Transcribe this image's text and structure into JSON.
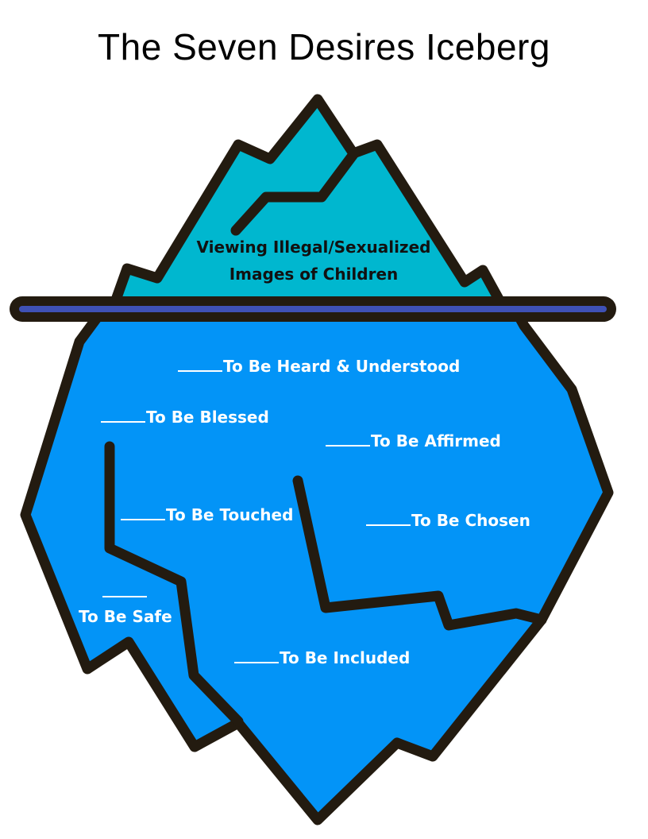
{
  "title": "The Seven Desires Iceberg",
  "tip": {
    "line1": "Viewing Illegal/Sexualized",
    "line2": "Images of Children"
  },
  "desires": [
    "To Be Heard & Understood",
    "To Be Blessed",
    "To Be Affirmed",
    "To Be Touched",
    "To Be Chosen",
    "To Be Safe",
    "To Be Included"
  ],
  "colors": {
    "tip": "#00b7cf",
    "body": "#0394f7",
    "outline": "#231b10",
    "waterline": "#3f51b5",
    "label": "#ffffff"
  }
}
